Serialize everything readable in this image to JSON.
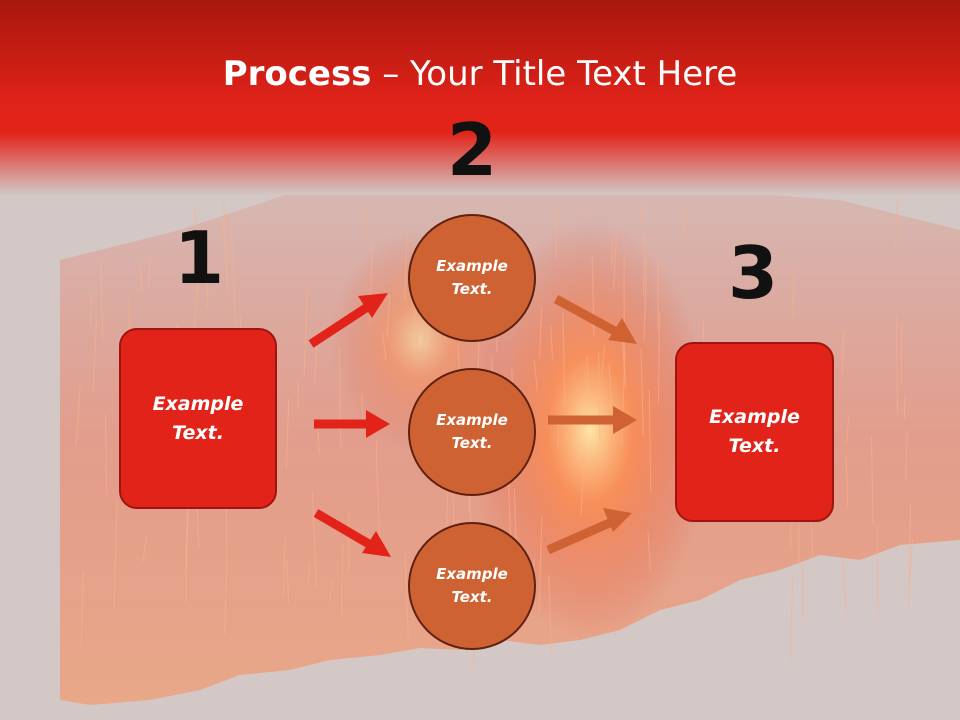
{
  "title": {
    "bold": "Process",
    "rest": " – Your Title Text Here"
  },
  "steps": [
    {
      "number": "1",
      "label": "Example\nText."
    },
    {
      "number": "2",
      "label": "Example\nText."
    },
    {
      "number": "3",
      "label": "Example\nText."
    }
  ],
  "circles": [
    {
      "label": "Example\nText."
    },
    {
      "label": "Example\nText."
    },
    {
      "label": "Example\nText."
    }
  ],
  "colors": {
    "header": "#e2231a",
    "box": "#e2231a",
    "circle": "#cf6232",
    "arrow_left": "#e2231a",
    "arrow_right": "#cf6232",
    "numbers": "#111111"
  }
}
